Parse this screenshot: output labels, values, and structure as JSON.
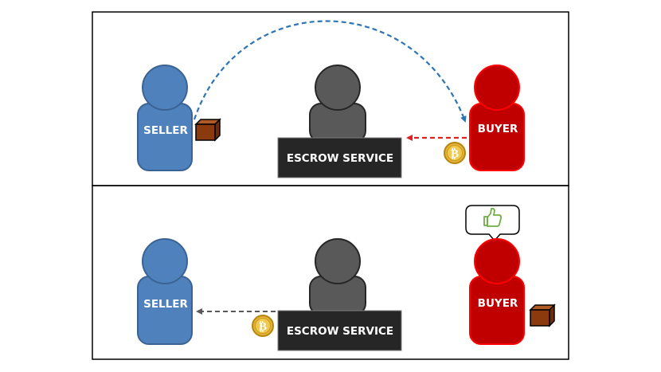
{
  "colors": {
    "seller": "#4f81bd",
    "seller_stroke": "#3a6394",
    "escrow": "#595959",
    "escrow_stroke": "#262626",
    "buyer": "#c00000",
    "buyer_stroke": "#ff0000",
    "box_front": "#8b3a0e",
    "box_top": "#b05a26",
    "coin": "#e2b33a",
    "arrow_blue": "#2e75b6",
    "arrow_red": "#e02020",
    "arrow_gray": "#595959",
    "thumb": "#70ad47"
  },
  "panels": [
    {
      "seller_label": "SELLER",
      "escrow_label": "ESCROW SERVICE",
      "buyer_label": "BUYER",
      "coin_symbol": "₿"
    },
    {
      "seller_label": "SELLER",
      "escrow_label": "ESCROW SERVICE",
      "buyer_label": "BUYER",
      "coin_symbol": "₿"
    }
  ]
}
